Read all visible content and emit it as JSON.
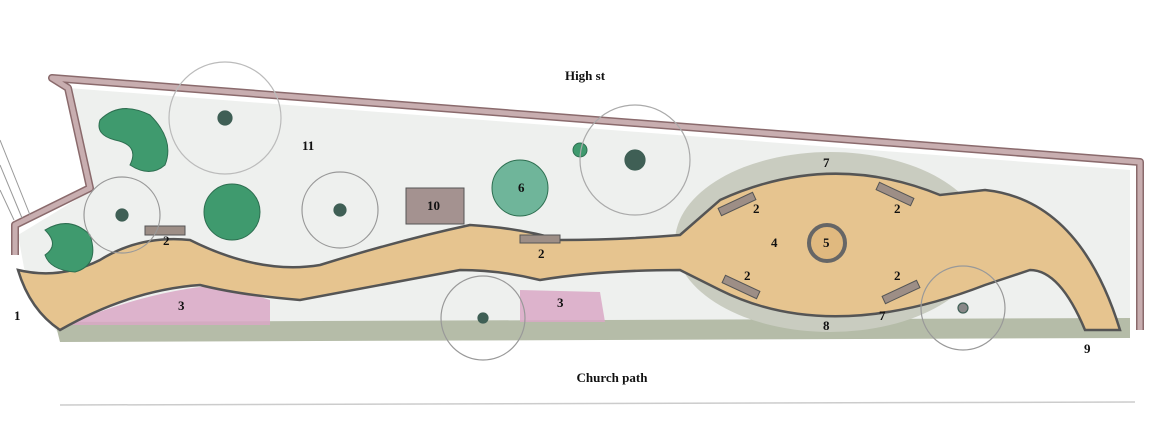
{
  "streets": {
    "top": "High st",
    "bottom": "Church path"
  },
  "labels": {
    "entrance": "1",
    "bench": "2",
    "flower_bed": "3",
    "plaza": "4",
    "centre_feature": "5",
    "shrub": "6",
    "edge": "7",
    "border": "8",
    "exit": "9",
    "structure": "10",
    "lawn": "11"
  },
  "colors": {
    "wall": "#b89a9c",
    "path": "#e6c48f",
    "lawn": "#eef0ee",
    "hedge": "#b5bca8",
    "shrub": "#3f9a6e",
    "tree_line": "#3f5f55"
  }
}
